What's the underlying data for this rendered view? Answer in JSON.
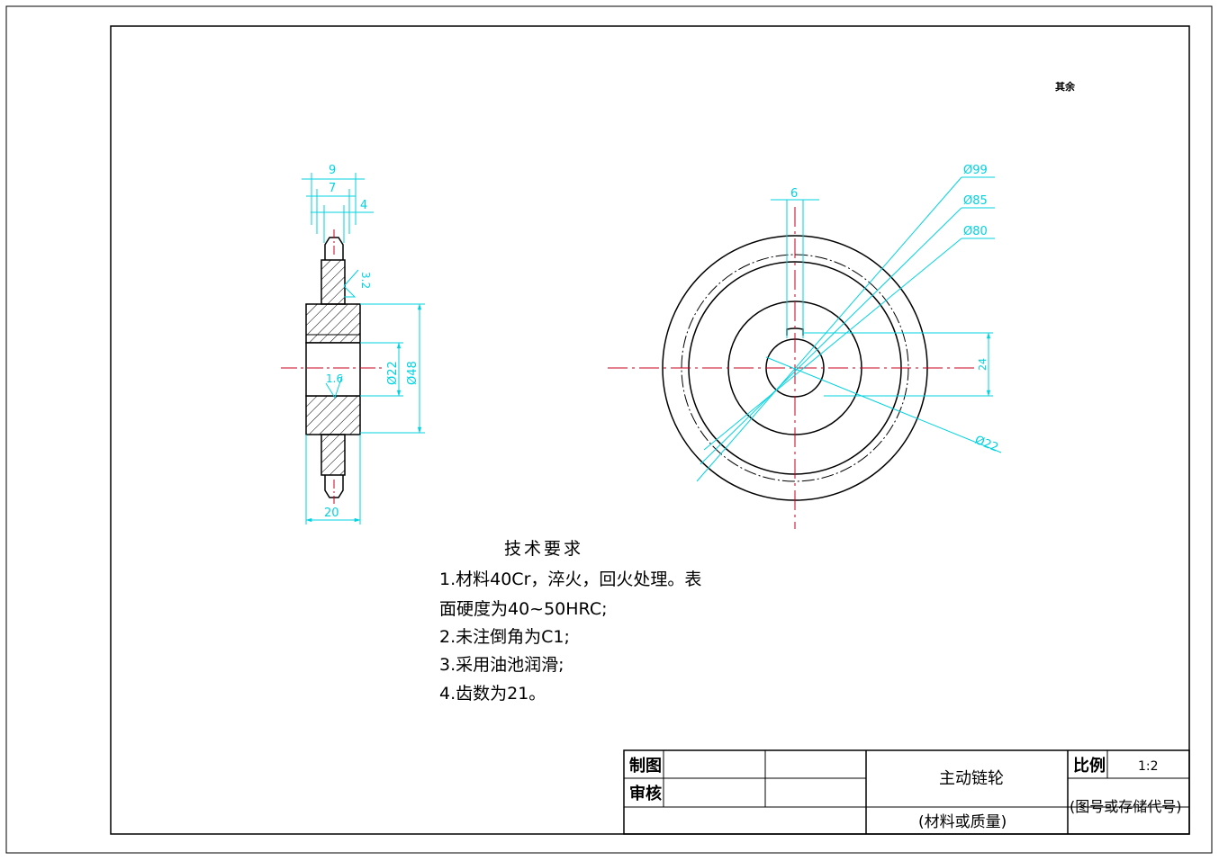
{
  "corner_mark": "其余",
  "side_view": {
    "dim_width_total": "9",
    "dim_width_mid": "7",
    "dim_tooth_tip": "4",
    "dim_roughness": "3.2",
    "dim_bore": "Ø22",
    "dim_hub": "Ø48",
    "dim_hub_roughness": "1.6",
    "dim_hub_length": "20"
  },
  "front_view": {
    "dim_keyway_width": "6",
    "dim_outer": "Ø99",
    "dim_pitch": "Ø85",
    "dim_root": "Ø80",
    "dim_keyway_depth": "24",
    "dim_bore": "Ø22"
  },
  "tech_requirements": {
    "heading": "技术要求",
    "lines": [
      "1.材料40Cr，淬火，回火处理。表",
      "面硬度为40~50HRC;",
      "2.未注倒角为C1;",
      "3.采用油池润滑;",
      "4.齿数为21。"
    ]
  },
  "title_block": {
    "drawn_label": "制图",
    "checked_label": "审核",
    "part_name": "主动链轮",
    "material": "(材料或质量)",
    "scale_label": "比例",
    "scale_value": "1:2",
    "drawing_number": "(图号或存储代号)"
  },
  "colors": {
    "dimension": "#00d3e0",
    "centerline": "#c8001e",
    "outline": "#000000"
  }
}
